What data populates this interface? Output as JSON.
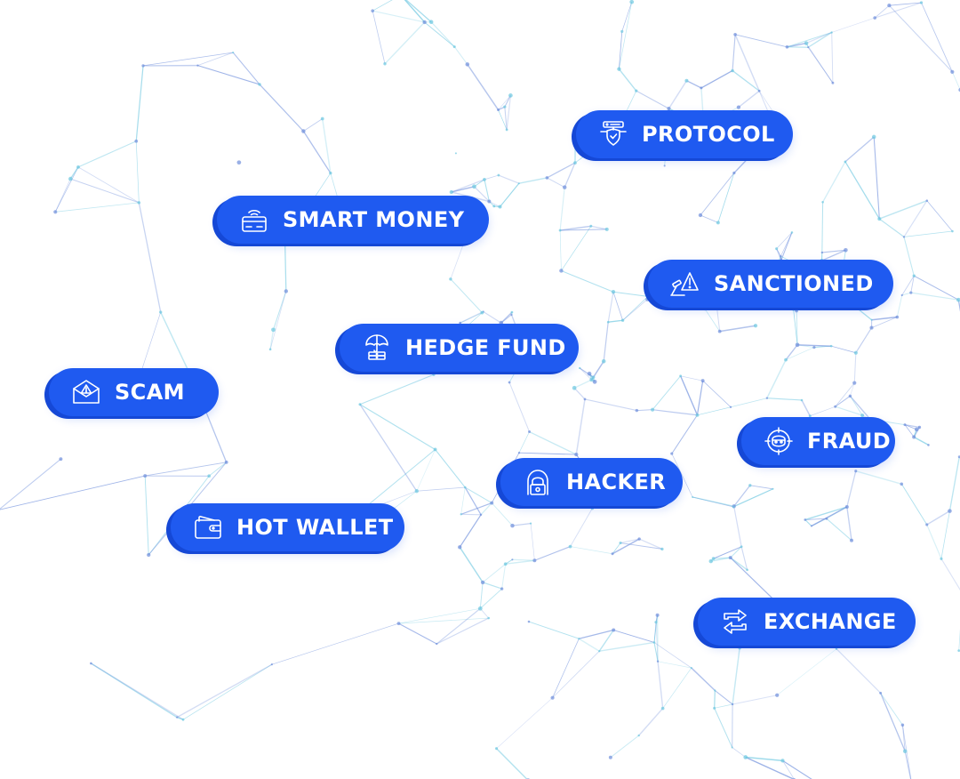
{
  "tags": {
    "protocol": {
      "label": "PROTOCOL",
      "icon": "server-shield-icon"
    },
    "smart_money": {
      "label": "SMART MONEY",
      "icon": "contactless-card-icon"
    },
    "sanctioned": {
      "label": "SANCTIONED",
      "icon": "gavel-warning-icon"
    },
    "hedge_fund": {
      "label": "HEDGE FUND",
      "icon": "umbrella-money-icon"
    },
    "scam": {
      "label": "SCAM",
      "icon": "warning-envelope-icon"
    },
    "fraud": {
      "label": "FRAUD",
      "icon": "target-mask-icon"
    },
    "hacker": {
      "label": "HACKER",
      "icon": "hooded-hacker-icon"
    },
    "hot_wallet": {
      "label": "HOT WALLET",
      "icon": "wallet-icon"
    },
    "exchange": {
      "label": "EXCHANGE",
      "icon": "exchange-arrows-icon"
    }
  },
  "colors": {
    "tag_fill": "#1f5af0",
    "tag_edge": "#1548d6",
    "tag_text": "#ffffff",
    "network_blue": "#6f8fdc",
    "network_cyan": "#6cc7e0"
  }
}
